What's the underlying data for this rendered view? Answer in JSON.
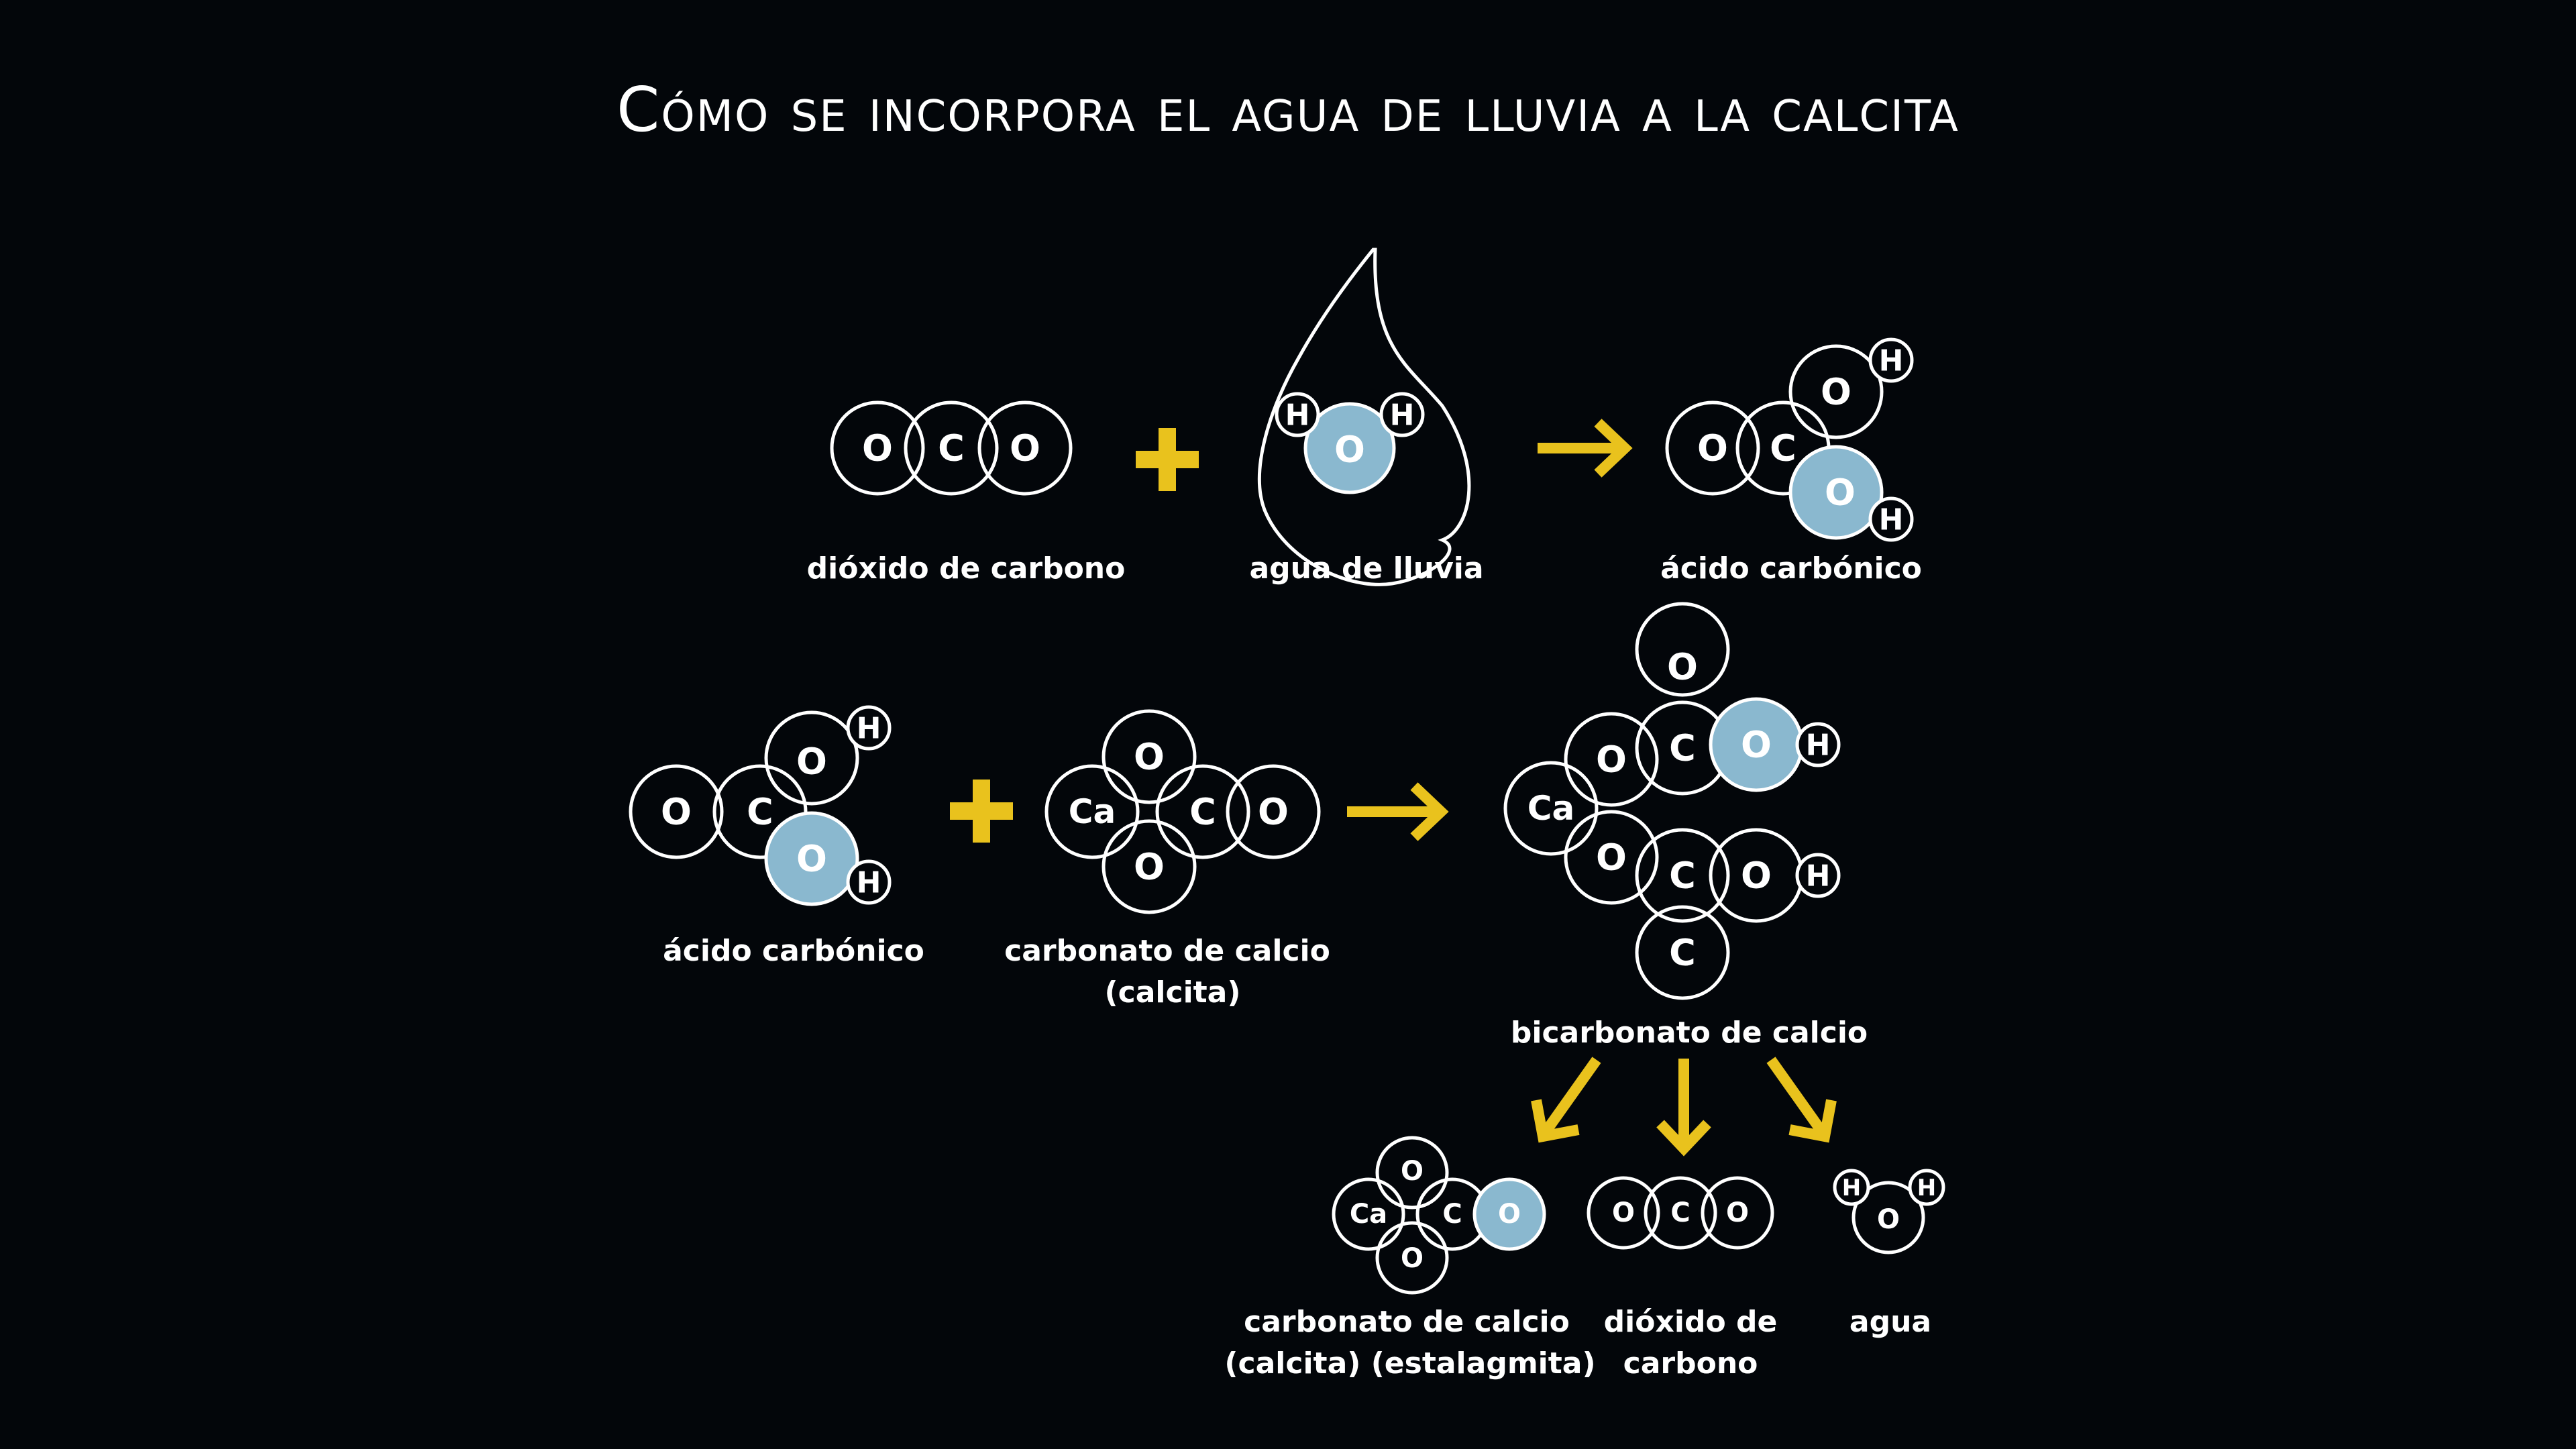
{
  "title": "Cómo se incorpora el agua de lluvia a la calcita",
  "colors": {
    "background": "#03060a",
    "accent": "#e9c21d",
    "highlight_atom": "#8ab8cf",
    "stroke": "#ffffff"
  },
  "atoms": {
    "O": "O",
    "C": "C",
    "H": "H",
    "Ca": "Ca"
  },
  "labels": {
    "co2": "dióxido de carbono",
    "rain": "agua de lluvia",
    "acid_1": "ácido carbónico",
    "acid_2": "ácido carbónico",
    "calcite_1": "carbonato de calcio",
    "calcite_2": "(calcita)",
    "bicarbonate": "bicarbonato de calcio",
    "stalagmite_1": "carbonato de calcio",
    "stalagmite_2": "(calcita) (estalagmita)",
    "co2_out_1": "dióxido de",
    "co2_out_2": "carbono",
    "water": "agua"
  }
}
